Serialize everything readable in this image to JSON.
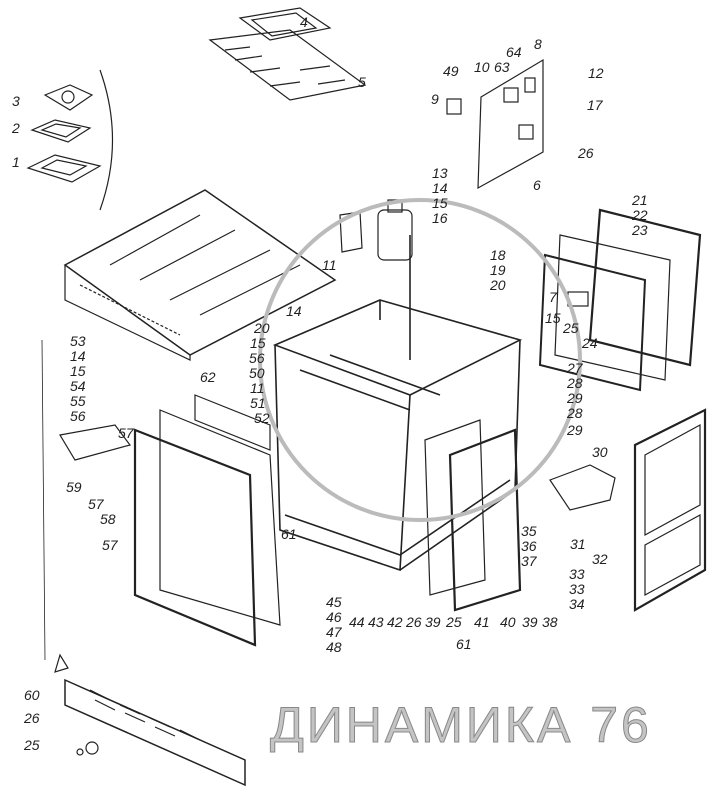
{
  "title": "Cab frame exploded parts diagram",
  "watermark": "ДИНАМИКА 76",
  "labels": [
    "4",
    "5",
    "3",
    "2",
    "1",
    "8",
    "64",
    "10",
    "63",
    "49",
    "12",
    "9",
    "17",
    "26",
    "6",
    "13",
    "14",
    "15",
    "16",
    "18",
    "19",
    "20",
    "21",
    "22",
    "23",
    "7",
    "11",
    "14",
    "20",
    "15",
    "56",
    "50",
    "11",
    "51",
    "52",
    "53",
    "14",
    "15",
    "54",
    "55",
    "56",
    "62",
    "57",
    "59",
    "57",
    "58",
    "57",
    "15",
    "25",
    "24",
    "27",
    "28",
    "29",
    "28",
    "29",
    "30",
    "35",
    "36",
    "37",
    "31",
    "32",
    "33",
    "33",
    "34",
    "61",
    "45",
    "46",
    "47",
    "48",
    "44",
    "43",
    "42",
    "26",
    "39",
    "25",
    "41",
    "40",
    "39",
    "38",
    "61",
    "60",
    "26",
    "25"
  ]
}
